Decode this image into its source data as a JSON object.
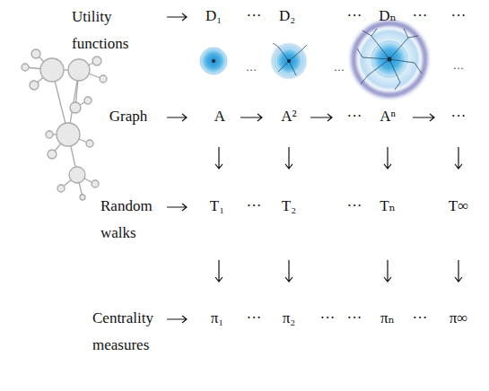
{
  "diagram": {
    "labels": [
      "Utility functions",
      "D₁",
      "···",
      "D₂",
      "···",
      "Dₙ",
      "···",
      "···",
      "···",
      "···",
      "···",
      "Graph",
      "A",
      "A²",
      "···",
      "Aⁿ",
      "···",
      "Random walks",
      "T₁",
      "···",
      "T₂",
      "···",
      "Tₙ",
      "T∞",
      "Centrality measures",
      "π₁",
      "···",
      "π₂",
      "···",
      "···",
      "πₙ",
      "···",
      "π∞"
    ]
  }
}
